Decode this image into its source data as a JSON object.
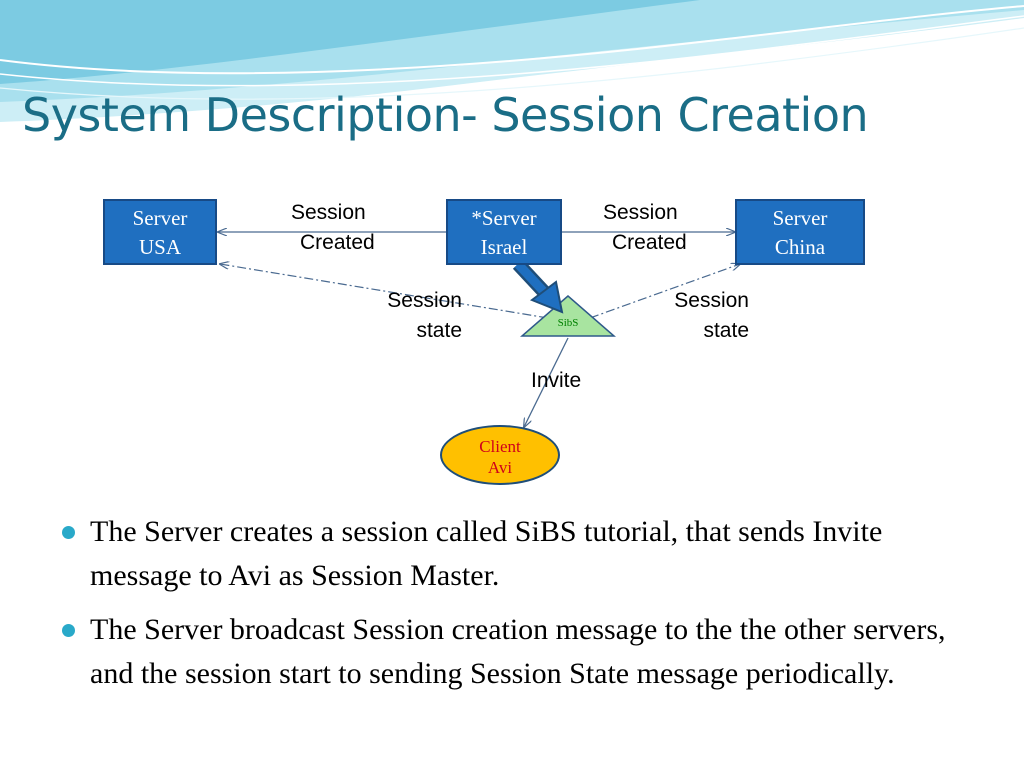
{
  "slide": {
    "title": "System Description- Session Creation"
  },
  "diagram": {
    "server_usa": [
      "Server",
      "USA"
    ],
    "server_israel": [
      "*Server",
      "Israel"
    ],
    "server_china": [
      "Server",
      "China"
    ],
    "sibs": "SibS",
    "client": [
      "Client",
      "Avi"
    ],
    "created_left": [
      "Session",
      "Created"
    ],
    "created_right": [
      "Session",
      "Created"
    ],
    "state_left": [
      "Session",
      "state"
    ],
    "state_right": [
      "Session",
      "state"
    ],
    "invite": "Invite"
  },
  "bullets": [
    "The Server creates a session called SiBS tutorial, that sends Invite message to Avi as Session Master.",
    "The Server broadcast Session creation message to the the other servers, and the session start to sending Session State message periodically."
  ],
  "colors": {
    "title": "#1a6d86",
    "server_fill": "#1f6fc0",
    "server_border": "#174a86",
    "sibs_fill": "#a8e4a0",
    "client_fill": "#ffc000",
    "client_text": "#d0001a",
    "bullet": "#29a9c9"
  }
}
